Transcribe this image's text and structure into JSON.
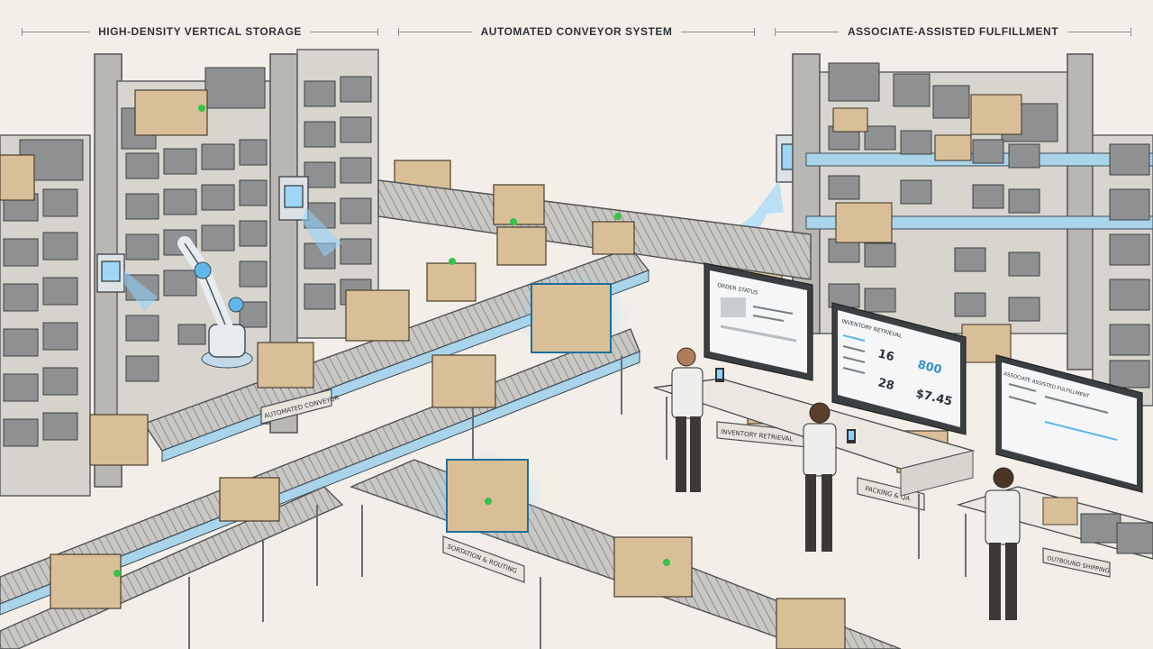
{
  "sections": {
    "storage_title": "HIGH-DENSITY VERTICAL STORAGE",
    "conveyor_title": "AUTOMATED CONVEYOR SYSTEM",
    "fulfillment_title": "ASSOCIATE-ASSISTED FULFILLMENT"
  },
  "labels": {
    "automated_conveyor": "AUTOMATED CONVEYOR",
    "sortation": "SORTATION & ROUTING",
    "inventory_retrieval": "INVENTORY RETRIEVAL",
    "packing": "PACKING & QA",
    "outbound_shipping": "OUTBOUND SHIPPING"
  },
  "screens": {
    "order_status": {
      "title": "ORDER STATUS"
    },
    "inventory_retrieval": {
      "title": "INVENTORY RETRIEVAL",
      "value1": "16",
      "value2": "800",
      "value3": "28",
      "value4": "$7.45"
    },
    "assisted": {
      "title": "ASSOCIATE ASSISTED FULFILLMENT"
    }
  },
  "colors": {
    "background": "#f3efe8",
    "accent_blue": "#5fb8e8",
    "status_green": "#37c24a",
    "box": "#d9bf98",
    "bin": "#8a8c8e"
  }
}
